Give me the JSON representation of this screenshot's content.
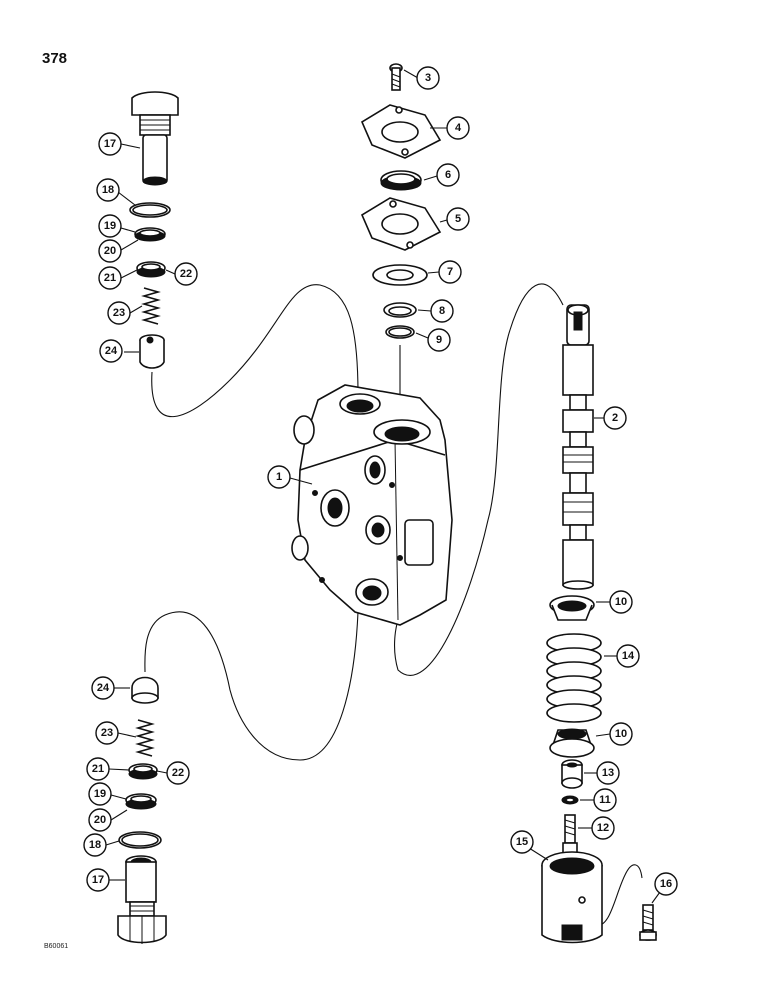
{
  "page": {
    "number": "378",
    "figure_code": "B60061"
  },
  "callouts": [
    {
      "id": "c1",
      "label": "1"
    },
    {
      "id": "c2",
      "label": "2"
    },
    {
      "id": "c3",
      "label": "3"
    },
    {
      "id": "c4",
      "label": "4"
    },
    {
      "id": "c5",
      "label": "5"
    },
    {
      "id": "c6",
      "label": "6"
    },
    {
      "id": "c7",
      "label": "7"
    },
    {
      "id": "c8",
      "label": "8"
    },
    {
      "id": "c9",
      "label": "9"
    },
    {
      "id": "c10a",
      "label": "10"
    },
    {
      "id": "c10b",
      "label": "10"
    },
    {
      "id": "c11",
      "label": "11"
    },
    {
      "id": "c12",
      "label": "12"
    },
    {
      "id": "c13",
      "label": "13"
    },
    {
      "id": "c14",
      "label": "14"
    },
    {
      "id": "c15",
      "label": "15"
    },
    {
      "id": "c16",
      "label": "16"
    },
    {
      "id": "c17a",
      "label": "17"
    },
    {
      "id": "c18a",
      "label": "18"
    },
    {
      "id": "c19a",
      "label": "19"
    },
    {
      "id": "c20a",
      "label": "20"
    },
    {
      "id": "c21a",
      "label": "21"
    },
    {
      "id": "c22a",
      "label": "22"
    },
    {
      "id": "c23a",
      "label": "23"
    },
    {
      "id": "c24a",
      "label": "24"
    },
    {
      "id": "c24b",
      "label": "24"
    },
    {
      "id": "c23b",
      "label": "23"
    },
    {
      "id": "c21b",
      "label": "21"
    },
    {
      "id": "c22b",
      "label": "22"
    },
    {
      "id": "c19b",
      "label": "19"
    },
    {
      "id": "c20b",
      "label": "20"
    },
    {
      "id": "c18b",
      "label": "18"
    },
    {
      "id": "c17b",
      "label": "17"
    }
  ]
}
